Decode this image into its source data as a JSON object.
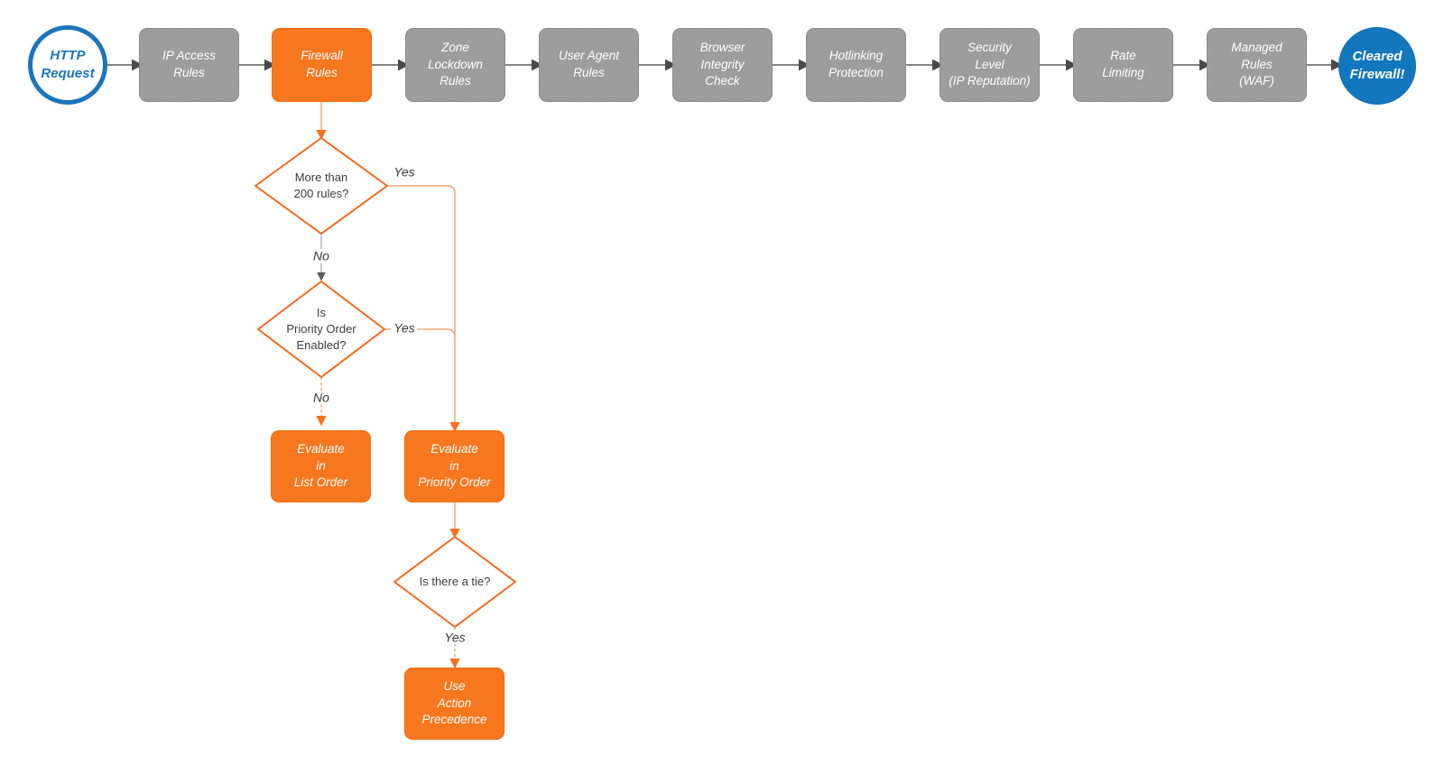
{
  "colors": {
    "orange_node": "#F6771D",
    "orange_outline": "#F7681C",
    "orange_connector": "#F9A576",
    "orange_arrowhead": "#F7711C",
    "blue_node": "#1377BD",
    "gray_node": "#9D9D9D",
    "dark_connector": "#5B5B5B",
    "node_text": "#FFFFFF",
    "diamond_text": "#3D3D3D"
  },
  "pipeline": {
    "start": {
      "label": "HTTP\nRequest"
    },
    "steps": [
      {
        "id": "ip-access-rules",
        "label": "IP Access\nRules",
        "highlighted": false
      },
      {
        "id": "firewall-rules",
        "label": "Firewall\nRules",
        "highlighted": true
      },
      {
        "id": "zone-lockdown-rules",
        "label": "Zone\nLockdown\nRules",
        "highlighted": false
      },
      {
        "id": "user-agent-rules",
        "label": "User Agent\nRules",
        "highlighted": false
      },
      {
        "id": "browser-integrity-check",
        "label": "Browser\nIntegrity\nCheck",
        "highlighted": false
      },
      {
        "id": "hotlinking-protection",
        "label": "Hotlinking\nProtection",
        "highlighted": false
      },
      {
        "id": "security-level",
        "label": "Security\nLevel\n(IP Reputation)",
        "highlighted": false
      },
      {
        "id": "rate-limiting",
        "label": "Rate\nLimiting",
        "highlighted": false
      },
      {
        "id": "managed-rules-waf",
        "label": "Managed\nRules\n(WAF)",
        "highlighted": false
      }
    ],
    "end": {
      "label": "Cleared\nFirewall!"
    }
  },
  "firewall_rules_branch": {
    "decision_more_than_200": {
      "question": "More than\n200 rules?",
      "yes_label": "Yes",
      "no_label": "No"
    },
    "decision_priority_enabled": {
      "question": "Is\nPriority Order\nEnabled?",
      "yes_label": "Yes",
      "no_label": "No"
    },
    "evaluate_list_order": {
      "label": "Evaluate\nin\nList Order"
    },
    "evaluate_priority_order": {
      "label": "Evaluate\nin\nPriority Order"
    },
    "decision_tie": {
      "question": "Is there a tie?",
      "yes_label": "Yes"
    },
    "use_action_precedence": {
      "label": "Use\nAction\nPrecedence"
    }
  }
}
